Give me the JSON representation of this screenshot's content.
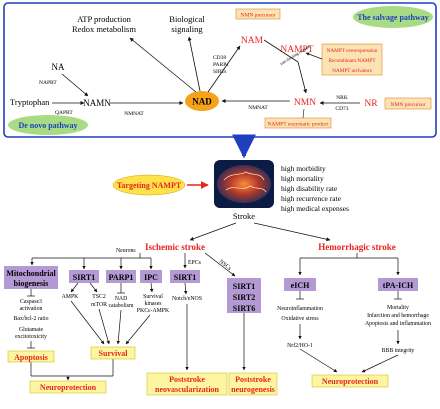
{
  "colors": {
    "frame_blue": "#1f3fbf",
    "green_oval": "#a8dc84",
    "nad_orange": "#f6a21a",
    "accent_red": "#e8231f",
    "label_box_fill": "#fbe3b3",
    "label_box_border": "#e08a2a",
    "purple_box": "#b49ad4",
    "yellow_box": "#fdf6a0",
    "targeting_oval": "#ffe14a",
    "arrow_black": "#111111"
  },
  "salvage_pathway": {
    "title": "The salvage pathway",
    "de_novo_title": "De novo pathway",
    "nodes": {
      "atp": "ATP production",
      "redox": "Redox metabolism",
      "biosig1": "Biological",
      "biosig2": "signaling",
      "cd38": "CD38",
      "parps": "PARPs",
      "sirts": "SIRTs",
      "nam": "NAM",
      "nampt": "NAMPT",
      "nampt_sub": "rate-limiting enzyme",
      "na": "NA",
      "naprt": "NAPRT",
      "tryptophan": "Tryptophan",
      "qaprt": "QAPRT",
      "namn": "NAMN",
      "nmnat1": "NMNAT",
      "nad": "NAD",
      "nmnat2": "NMNAT",
      "nmn": "NMN",
      "nrk": "NRK",
      "cd73": "CD73",
      "nr": "NR"
    },
    "boxes": {
      "nmn_precursor_top": "NMN precursor",
      "nampt_overexpression": "NAMPT overexpression",
      "recombinant_nampt": "Recombinant NAMPT",
      "nampt_activators": "NAMPT activators",
      "nampt_enzymatic_product": "NAMPT enzymatic product",
      "nmn_precursor_right": "NMN precursor"
    }
  },
  "targeting": {
    "label": "Targeting NAMPT",
    "stroke_label": "Stroke",
    "outcomes": [
      "high morbidity",
      "high mortality",
      "high disability rate",
      "high recurrence rate",
      "high medical expenses"
    ]
  },
  "ischemic": {
    "title": "Ischemic stroke",
    "neurons_label": "Neurons",
    "epcs_label": "EPCs",
    "nscs_label": "NSCs",
    "mito1": "Mitochondrial",
    "mito2": "biogenesis",
    "sirt1": "SIRT1",
    "parp1": "PARP1",
    "ipc": "IPC",
    "sirt1_epc": "SIRT1",
    "sirt_nsc1": "SIRT1",
    "sirt_nsc2": "SIRT2",
    "sirt_nsc3": "SIRT6",
    "caspase1": "Caspase3",
    "caspase2": "activation",
    "bax": "Bax/bcl-2 ratio",
    "glut1": "Glutamate",
    "glut2": "excitotoxicity",
    "ampk": "AMPK",
    "tsc2": "TSC2",
    "mtor": "mTOR",
    "nad_cat1": "NAD",
    "nad_cat2": "catabolism",
    "surv_k1": "Survival",
    "surv_k2": "kinases",
    "pkc": "PKCε-AMPK",
    "notch": "Notch/eNOS",
    "apoptosis": "Apoptosis",
    "survival": "Survival",
    "neuroprotection": "Neuroprotection",
    "neovasc1": "Poststroke",
    "neovasc2": "neovascularization",
    "neurogen1": "Poststroke",
    "neurogen2": "neurogenesis"
  },
  "hemorrhagic": {
    "title": "Hemorrhagic stroke",
    "eich": "eICH",
    "tpa": "tPA-ICH",
    "neuroinflam": "Neuroinflammation",
    "oxidative": "Oxidative stress",
    "nrf2": "Nrf2/HO-1",
    "mortality": "Mortality",
    "infarction": "Infarction and hemorrhage",
    "apopinfl": "Apoptosis and inflammation",
    "bbb": "BBB integrity",
    "neuroprotection": "Neuroprotection"
  }
}
